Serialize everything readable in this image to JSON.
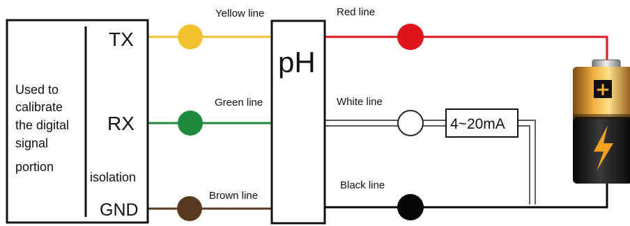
{
  "device_box": {
    "description_lines": [
      "Used to",
      "calibrate",
      "the digital",
      "signal",
      "portion"
    ],
    "pins": {
      "tx": "TX",
      "rx": "RX",
      "gnd": "GND"
    },
    "isolation_label": "isolation"
  },
  "sensor_box": {
    "label": "pH"
  },
  "wires": {
    "yellow": {
      "label": "Yellow line",
      "color": "#f2c12e"
    },
    "green": {
      "label": "Green line",
      "color": "#1e8a3c"
    },
    "brown": {
      "label": "Brown line",
      "color": "#5a3a1e"
    },
    "red": {
      "label": "Red line",
      "color": "#e0141b"
    },
    "white": {
      "label": "White line",
      "color": "#ffffff"
    },
    "black": {
      "label": "Black line",
      "color": "#050505"
    }
  },
  "current_loop": {
    "label": "4~20mA"
  },
  "battery": {
    "plus_symbol": "+",
    "icon": "lightning-bolt-icon"
  }
}
